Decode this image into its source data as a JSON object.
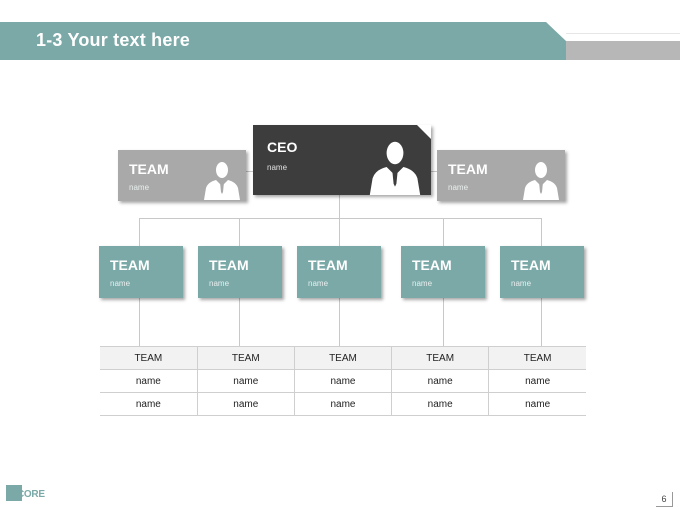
{
  "header": {
    "title": "1-3 Your text here"
  },
  "colors": {
    "accent": "#7aa9a7",
    "gray_box": "#a9a9a9",
    "ceo_box": "#3d3d3d"
  },
  "org_chart": {
    "ceo": {
      "label": "CEO",
      "sub": "name",
      "icon": "businessman-silhouette-icon"
    },
    "side_teams": [
      {
        "label": "TEAM",
        "sub": "name"
      },
      {
        "label": "TEAM",
        "sub": "name"
      }
    ],
    "teams": [
      {
        "label": "TEAM",
        "sub": "name"
      },
      {
        "label": "TEAM",
        "sub": "name"
      },
      {
        "label": "TEAM",
        "sub": "name"
      },
      {
        "label": "TEAM",
        "sub": "name"
      },
      {
        "label": "TEAM",
        "sub": "name"
      }
    ]
  },
  "table": {
    "headers": [
      "TEAM",
      "TEAM",
      "TEAM",
      "TEAM",
      "TEAM"
    ],
    "rows": [
      [
        "name",
        "name",
        "name",
        "name",
        "name"
      ],
      [
        "name",
        "name",
        "name",
        "name",
        "name"
      ]
    ]
  },
  "footer": {
    "logo_text": "CORE",
    "page_number": "6"
  }
}
